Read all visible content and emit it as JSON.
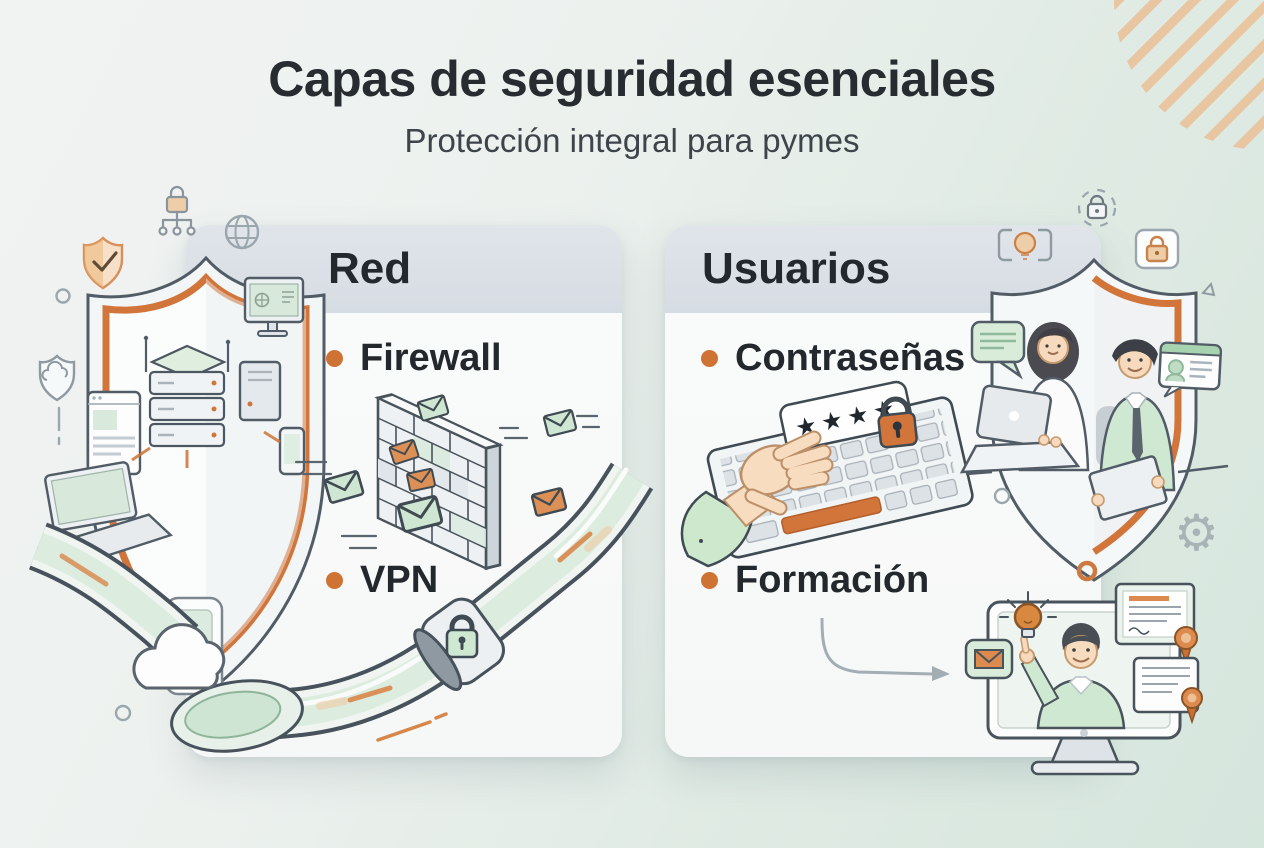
{
  "header": {
    "title": "Capas de seguridad esenciales",
    "subtitle": "Protección integral para pymes"
  },
  "cards": [
    {
      "title": "Red",
      "items": [
        {
          "label": "Firewall"
        },
        {
          "label": "VPN"
        }
      ]
    },
    {
      "title": "Usuarios",
      "items": [
        {
          "label": "Contraseñas"
        },
        {
          "label": "Formación"
        }
      ]
    }
  ],
  "icons": {
    "gear-icon": "⚙",
    "password-stars": "★★★★"
  },
  "colors": {
    "accent_orange": "#cf7334",
    "mint_green": "#d9ecd9",
    "ink": "#23282d",
    "card_background": "#fafbfb",
    "card_header_strip": "#d9dfe5",
    "background_start": "#f1f3f3",
    "background_end": "#d5e6dd",
    "corner_stripes": "#e9c6a2"
  }
}
